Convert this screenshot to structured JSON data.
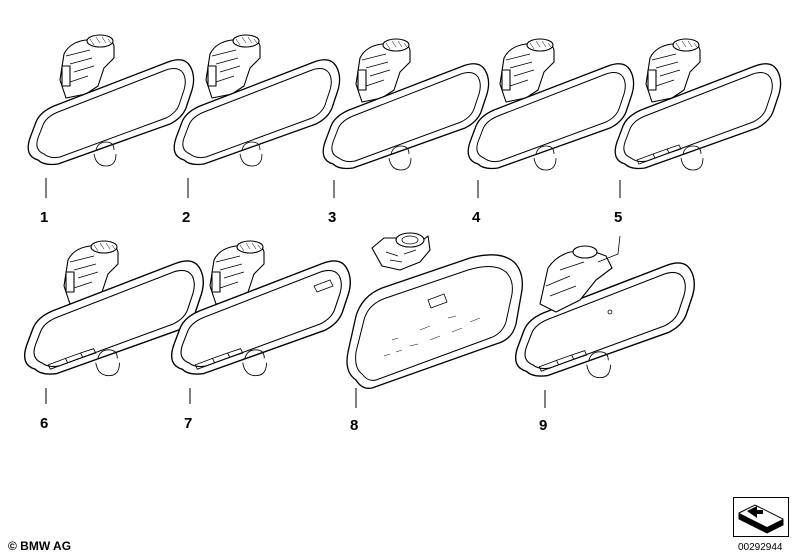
{
  "parts": [
    {
      "label": "1"
    },
    {
      "label": "2"
    },
    {
      "label": "3"
    },
    {
      "label": "4"
    },
    {
      "label": "5"
    },
    {
      "label": "6"
    },
    {
      "label": "7"
    },
    {
      "label": "8"
    },
    {
      "label": "9"
    }
  ],
  "footer": {
    "copyright": "© BMW AG",
    "doc_number": "00292944"
  }
}
